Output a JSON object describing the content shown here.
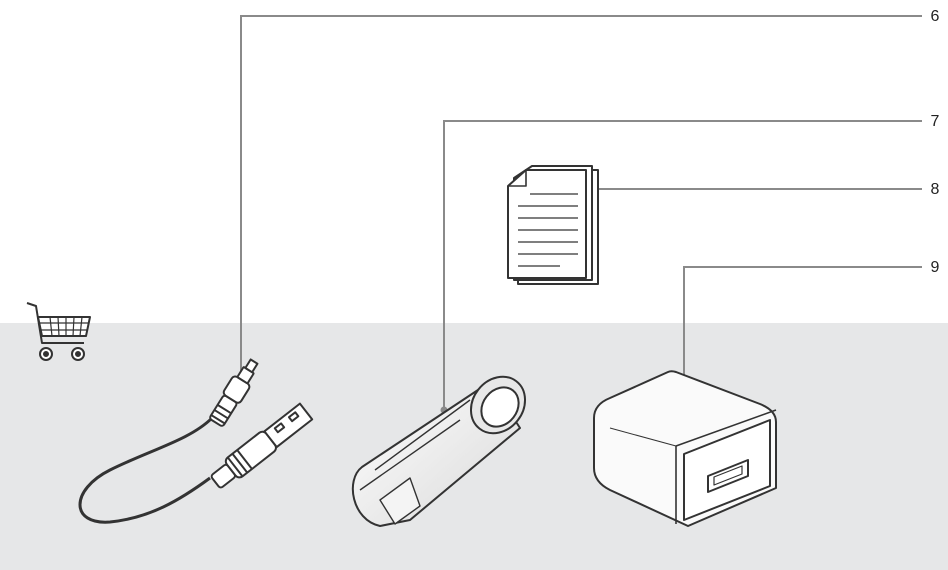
{
  "callouts": {
    "usb_cable": "6",
    "device": "7",
    "documents": "8",
    "power_adapter": "9"
  },
  "icons": {
    "shopping_cart": "shopping-cart-icon"
  },
  "colors": {
    "background": "#ffffff",
    "band": "#e6e7e8",
    "line": "#8a8a8a",
    "outline": "#333333"
  }
}
